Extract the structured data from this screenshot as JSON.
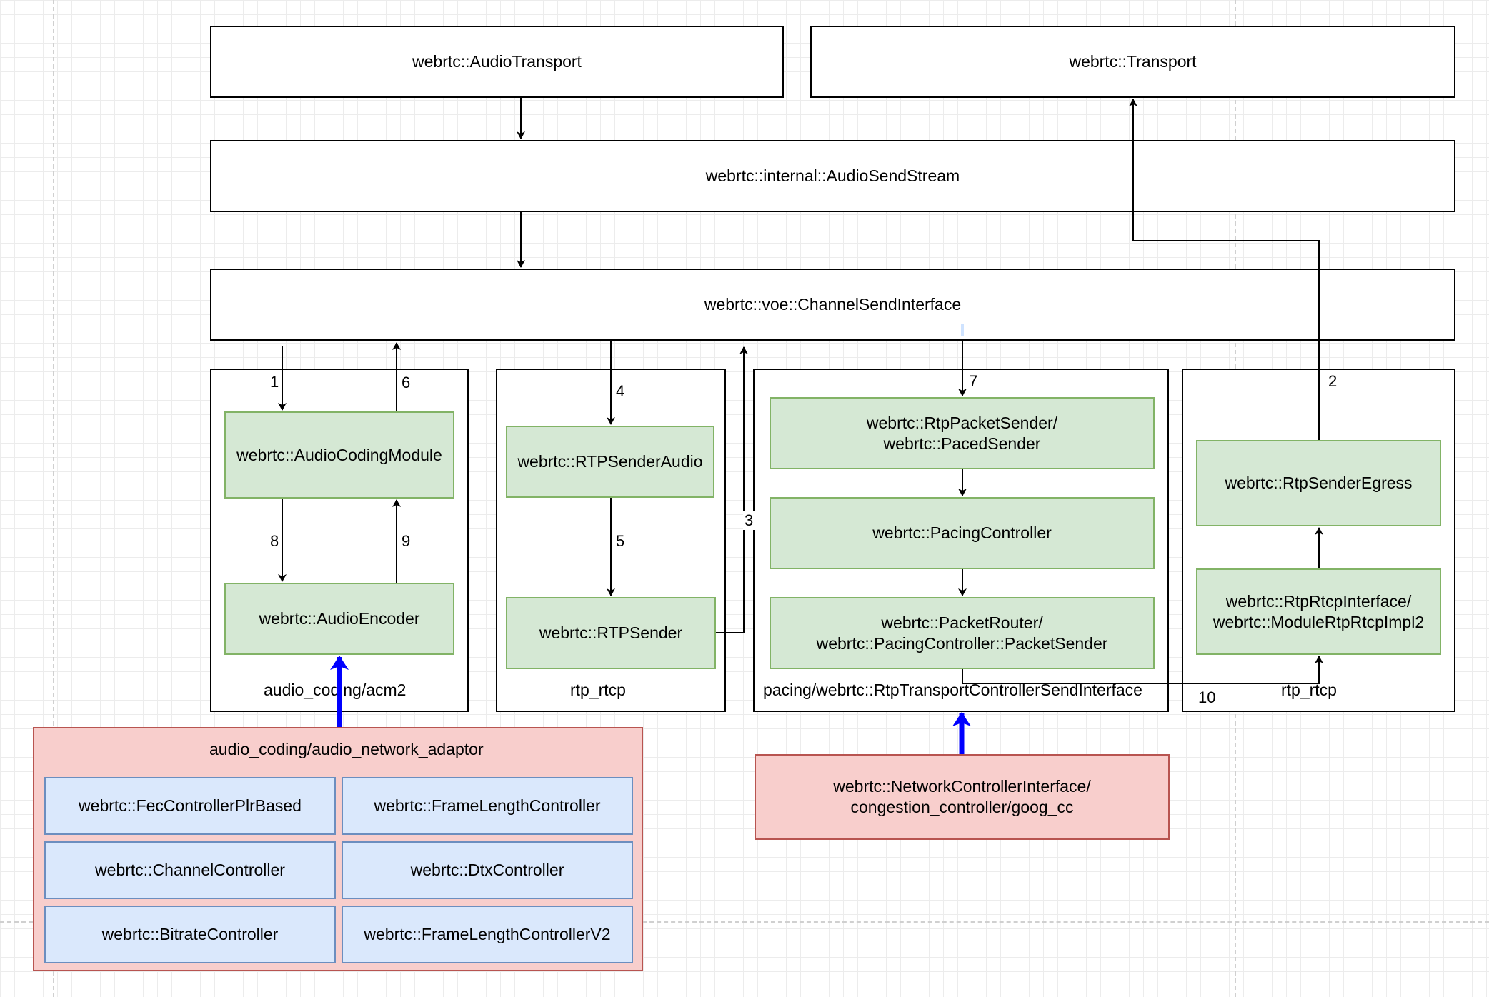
{
  "top_boxes": {
    "audio_transport": "webrtc::AudioTransport",
    "transport": "webrtc::Transport",
    "audio_send_stream": "webrtc::internal::AudioSendStream",
    "channel_send_interface": "webrtc::voe::ChannelSendInterface"
  },
  "groups": {
    "acm2": {
      "label": "audio_coding/acm2",
      "audio_coding_module": "webrtc::AudioCodingModule",
      "audio_encoder": "webrtc::AudioEncoder"
    },
    "rtp_rtcp_left": {
      "label": "rtp_rtcp",
      "rtp_sender_audio": "webrtc::RTPSenderAudio",
      "rtp_sender": "webrtc::RTPSender"
    },
    "pacing": {
      "label": "pacing/webrtc::RtpTransportControllerSendInterface",
      "rtp_packet_sender": "webrtc::RtpPacketSender/\nwebrtc::PacedSender",
      "pacing_controller": "webrtc::PacingController",
      "packet_router": "webrtc::PacketRouter/\nwebrtc::PacingController::PacketSender"
    },
    "rtp_rtcp_right": {
      "label": "rtp_rtcp",
      "rtp_sender_egress": "webrtc::RtpSenderEgress",
      "rtp_rtcp_interface": "webrtc::RtpRtcpInterface/\nwebrtc::ModuleRtpRtcpImpl2"
    }
  },
  "network_adaptor": {
    "label": "audio_coding/audio_network_adaptor",
    "controllers": [
      "webrtc::FecControllerPlrBased",
      "webrtc::FrameLengthController",
      "webrtc::ChannelController",
      "webrtc::DtxController",
      "webrtc::BitrateController",
      "webrtc::FrameLengthControllerV2"
    ]
  },
  "network_controller": "webrtc::NetworkControllerInterface/\ncongestion_controller/goog_cc",
  "edge_labels": [
    "1",
    "2",
    "3",
    "4",
    "5",
    "6",
    "7",
    "8",
    "9",
    "10"
  ],
  "colors": {
    "group_fill": "#d5e8d4",
    "group_stroke": "#82b366",
    "adaptor_fill": "#f8cecc",
    "adaptor_stroke": "#b85450",
    "controller_fill": "#dae8fc",
    "controller_stroke": "#6c8ebf",
    "strong_arrow": "#0000ff"
  }
}
